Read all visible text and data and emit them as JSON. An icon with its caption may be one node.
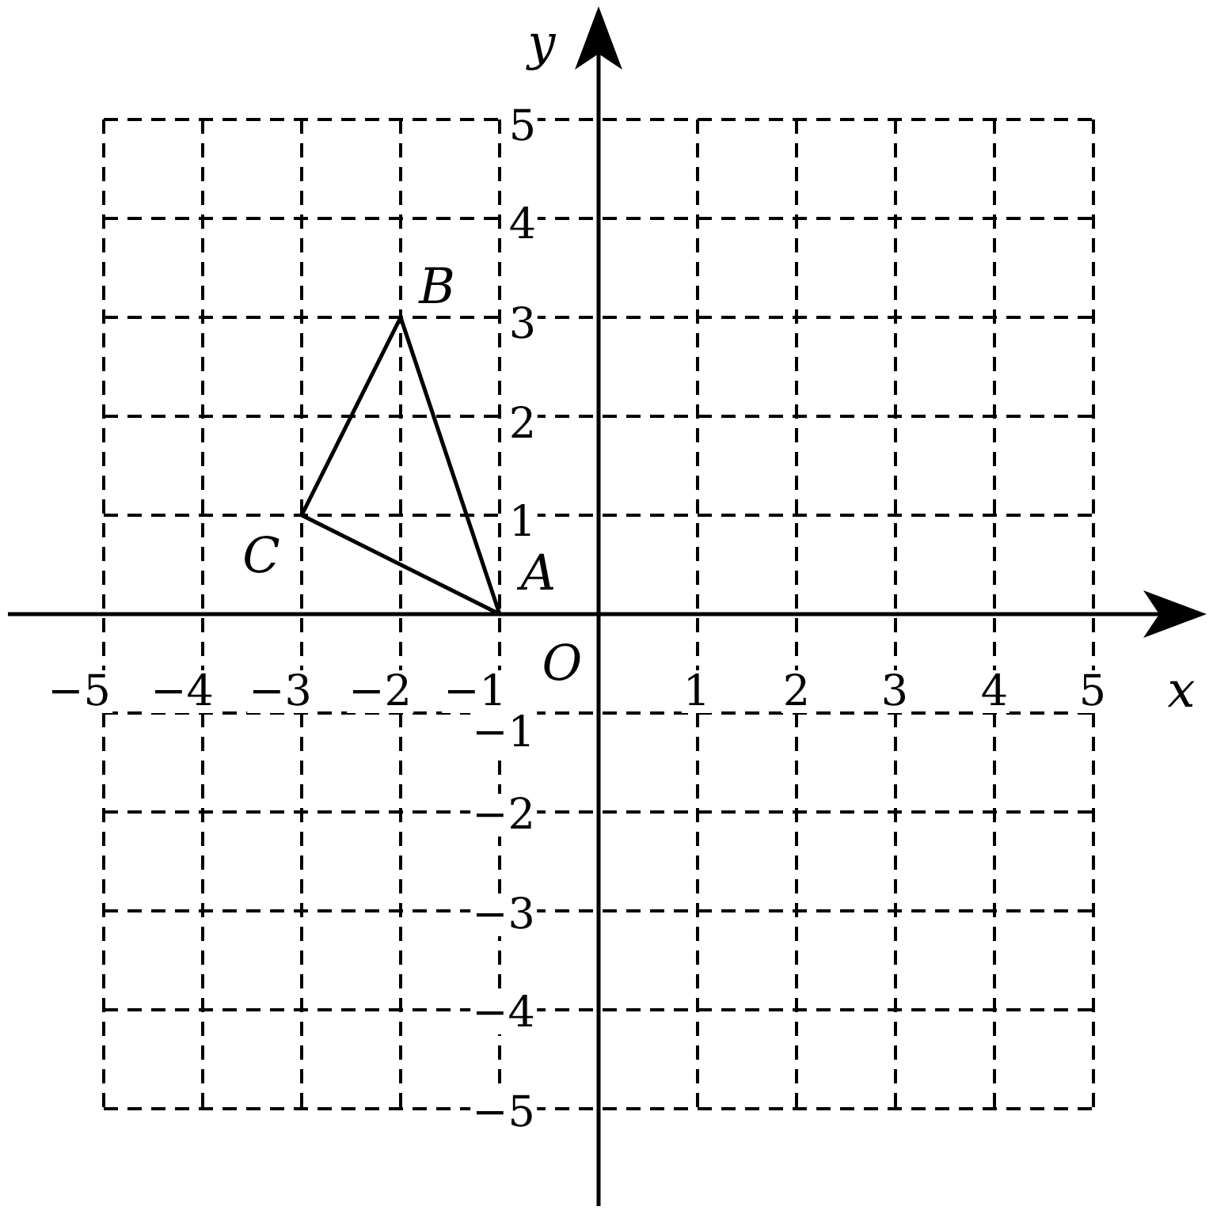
{
  "diagram": {
    "nodes": [
      {
        "text": [],
        "shape": "triangle"
      }
    ],
    "labels": [
      "y",
      "5",
      "4",
      "B",
      "3",
      "2",
      "1",
      "C",
      "A",
      "O",
      "−5",
      "−4",
      "−3",
      "−2",
      "−1",
      "1",
      "2",
      "3",
      "4",
      "5",
      "x",
      "−1",
      "−2",
      "−3",
      "−4",
      "−5"
    ]
  }
}
